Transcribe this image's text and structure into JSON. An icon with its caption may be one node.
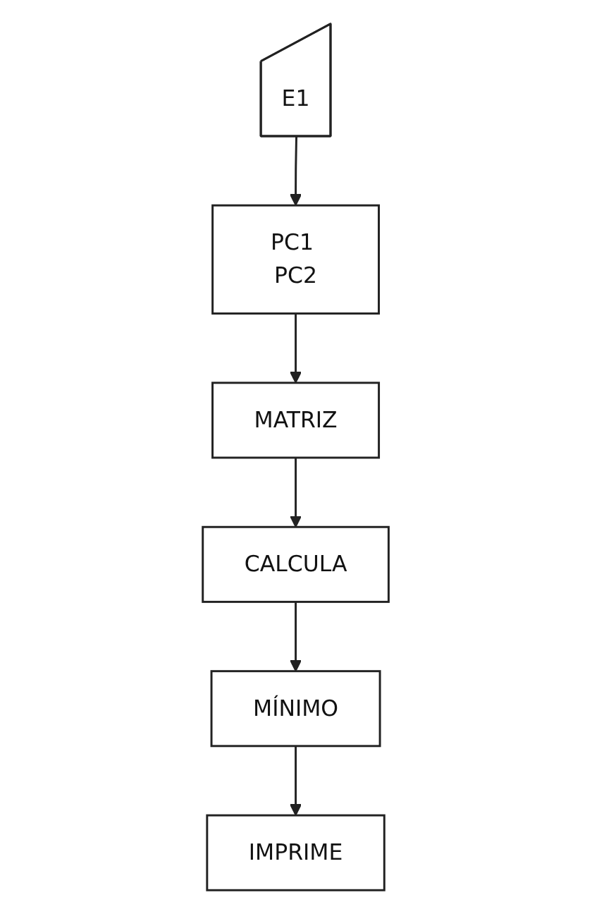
{
  "diagram": {
    "nodes": [
      {
        "text": [
          "E1"
        ]
      },
      {
        "text": [
          "PC1 PC2"
        ]
      },
      {
        "text": [
          "MATRIZ"
        ]
      },
      {
        "text": [
          "CALCULA"
        ]
      },
      {
        "text": [
          "MÍNIMO"
        ]
      },
      {
        "text": [
          "IMPRIME"
        ]
      }
    ],
    "edges": [
      {
        "from": 0,
        "to": 1,
        "arrow": "to"
      },
      {
        "from": 1,
        "to": 2,
        "arrow": "to"
      },
      {
        "from": 2,
        "to": 3,
        "arrow": "to"
      },
      {
        "from": 3,
        "to": 4,
        "arrow": "to"
      },
      {
        "from": 4,
        "to": 5,
        "arrow": "to"
      }
    ]
  }
}
